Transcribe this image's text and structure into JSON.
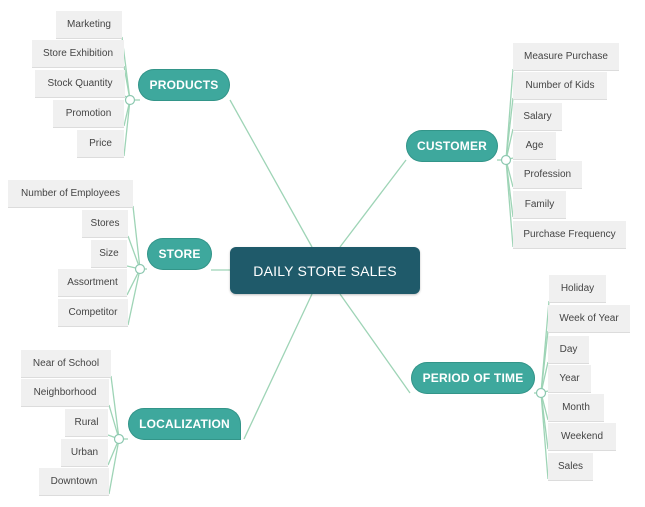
{
  "center": {
    "label": "DAILY STORE SALES"
  },
  "colors": {
    "center": "#1f5a6a",
    "branch": "#3ea89d",
    "line": "#9ed4b6",
    "leaf_bg": "#f0f0f0"
  },
  "branches": {
    "products": {
      "label": "PRODUCTS",
      "items": [
        "Marketing",
        "Store Exhibition",
        "Stock Quantity",
        "Promotion",
        "Price"
      ]
    },
    "store": {
      "label": "STORE",
      "items": [
        "Number of Employees",
        "Stores",
        "Size",
        "Assortment",
        "Competitor"
      ]
    },
    "localization": {
      "label": "LOCALIZATION",
      "items": [
        "Near of School",
        "Neighborhood",
        "Rural",
        "Urban",
        "Downtown"
      ]
    },
    "customer": {
      "label": "CUSTOMER",
      "items": [
        "Measure Purchase",
        "Number of Kids",
        "Salary",
        "Age",
        "Profession",
        "Family",
        "Purchase Frequency"
      ]
    },
    "period": {
      "label": "PERIOD OF TIME",
      "items": [
        "Holiday",
        "Week of Year",
        "Day",
        "Year",
        "Month",
        "Weekend",
        "Sales"
      ]
    }
  }
}
